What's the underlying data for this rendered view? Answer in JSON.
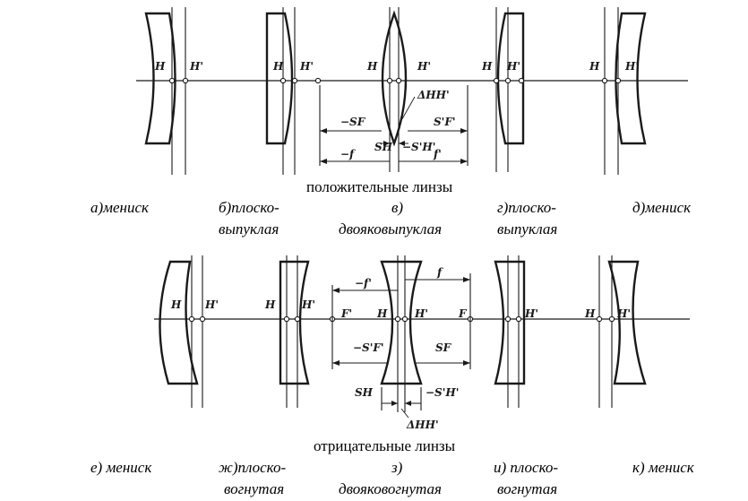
{
  "positive": {
    "heading": "положительные линзы",
    "items": [
      {
        "l1": "а)мениск",
        "l2": ""
      },
      {
        "l1": "б)плоско-",
        "l2": "выпуклая"
      },
      {
        "l1": "в)",
        "l2": "двояковыпуклая"
      },
      {
        "l1": "г)плоско-",
        "l2": "выпуклая"
      },
      {
        "l1": "д)мениск",
        "l2": ""
      }
    ],
    "labels": {
      "H": "H",
      "Hp": "H'",
      "dHH": "ΔHH'",
      "SF": "−SF",
      "SFp": "S'F'",
      "SH": "SH",
      "SHp": "−S'H'",
      "f": "−f",
      "fp": "f'"
    }
  },
  "negative": {
    "heading": "отрицательные линзы",
    "items": [
      {
        "l1": "е) мениск",
        "l2": ""
      },
      {
        "l1": "ж)плоско-",
        "l2": "вогнутая"
      },
      {
        "l1": "з)",
        "l2": "двояковогнутая"
      },
      {
        "l1": "и) плоско-",
        "l2": "вогнутая"
      },
      {
        "l1": "к) мениск",
        "l2": ""
      }
    ],
    "labels": {
      "H": "H",
      "Hp": "H'",
      "F": "F",
      "Fp": "F'",
      "dHH": "ΔHH'",
      "fp": "−f'",
      "f": "f",
      "SFp": "−S'F'",
      "SF": "SF",
      "SH": "SH",
      "SHp": "−S'H'"
    }
  }
}
